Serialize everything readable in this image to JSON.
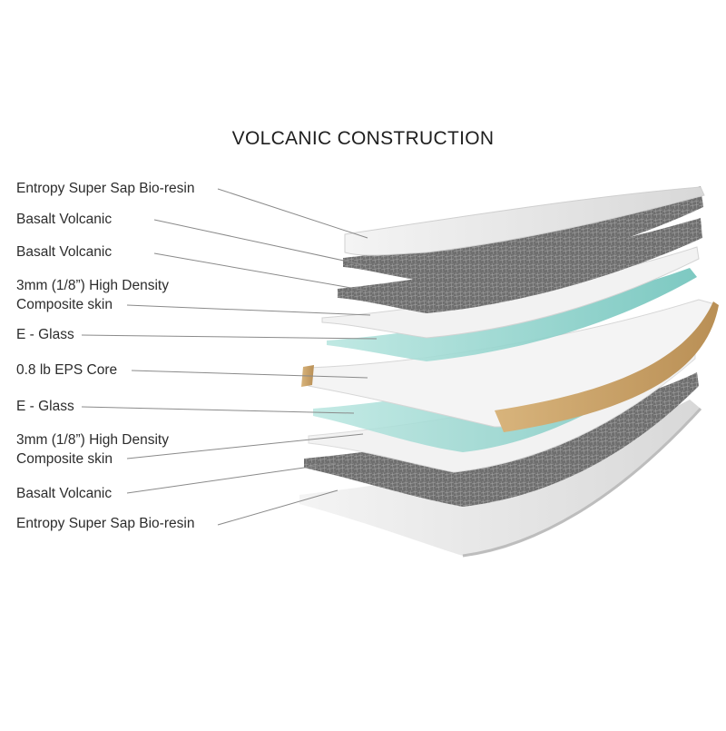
{
  "title": "VOLCANIC CONSTRUCTION",
  "layers": [
    {
      "lines": [
        "Entropy Super  Sap Bio-resin"
      ]
    },
    {
      "lines": [
        "Basalt Volcanic"
      ]
    },
    {
      "lines": [
        "Basalt Volcanic"
      ]
    },
    {
      "lines": [
        "3mm (1/8”) High Density",
        "Composite skin"
      ]
    },
    {
      "lines": [
        "E - Glass"
      ]
    },
    {
      "lines": [
        "0.8 lb EPS Core"
      ]
    },
    {
      "lines": [
        "E - Glass"
      ]
    },
    {
      "lines": [
        "3mm (1/8”) High Density",
        "Composite skin"
      ]
    },
    {
      "lines": [
        "Basalt Volcanic"
      ]
    },
    {
      "lines": [
        "Entropy Super  Sap Bio-resin"
      ]
    }
  ],
  "colors": {
    "resin": "#e6e6e6",
    "basalt": "#6e6e6e",
    "composite": "#f2f2f2",
    "eglass": "#8fd3cc",
    "core": "#f4f4f4",
    "wood": "#c9a36b",
    "leader": "#8a8a8a"
  }
}
